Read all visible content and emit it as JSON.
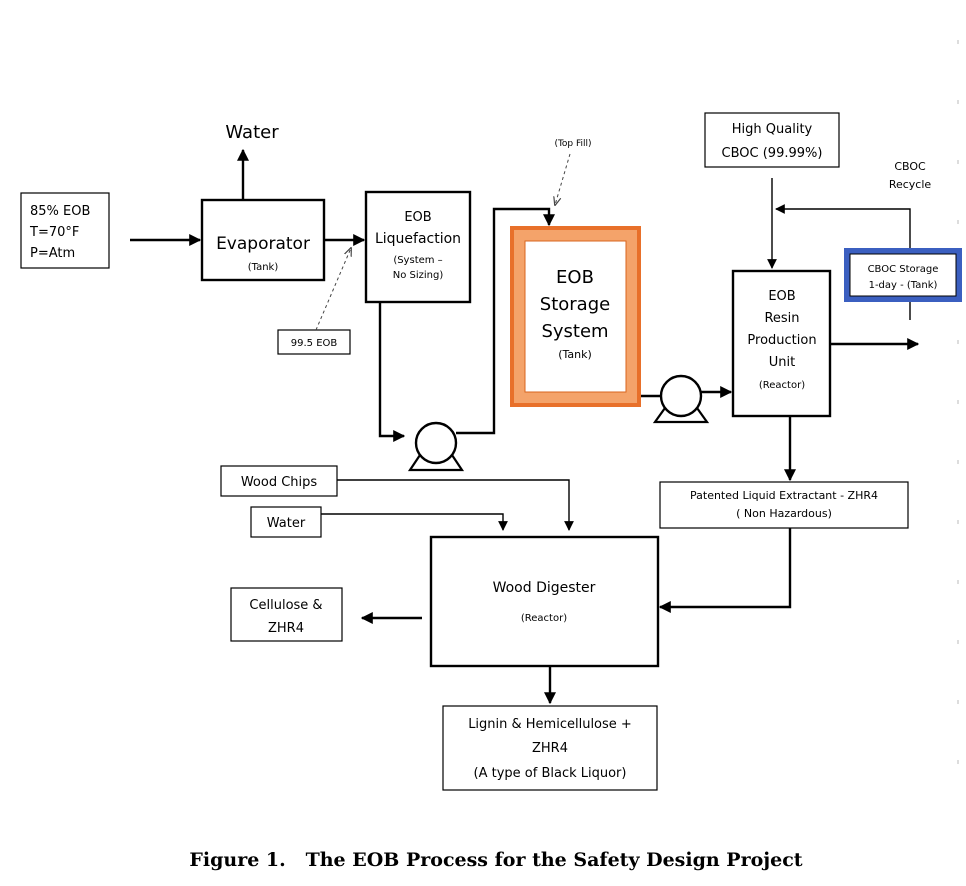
{
  "diagram": {
    "feed": {
      "line1": "85% EOB",
      "line2": "T=70°F",
      "line3": "P=Atm"
    },
    "water_out": "Water",
    "evaporator": {
      "label": "Evaporator",
      "sub": "(Tank)"
    },
    "liquefaction": {
      "line1": "EOB",
      "line2": "Liquefaction",
      "sub1": "(System –",
      "sub2": "No Sizing)"
    },
    "eob_995": "99.5 EOB",
    "top_fill": "(Top Fill)",
    "storage": {
      "line1": "EOB",
      "line2": "Storage",
      "line3": "System",
      "sub": "(Tank)",
      "border_color": "#e8702a",
      "inner_color": "#f4a36a"
    },
    "high_quality": {
      "line1": "High Quality",
      "line2": "CBOC (99.99%)"
    },
    "cboc_recycle": {
      "line1": "CBOC",
      "line2": "Recycle"
    },
    "cboc_storage": {
      "line1": "CBOC Storage",
      "line2": "1-day - (Tank)",
      "border_color": "#3b5fc0"
    },
    "resin_unit": {
      "line1": "EOB",
      "line2": "Resin",
      "line3": "Production",
      "line4": "Unit",
      "sub": "(Reactor)"
    },
    "extractant": {
      "line1": "Patented Liquid Extractant  - ZHR4",
      "line2": "( Non Hazardous)"
    },
    "wood_chips": "Wood Chips",
    "water_in": "Water",
    "digester": {
      "label": "Wood Digester",
      "sub": "(Reactor)"
    },
    "cellulose": {
      "line1": "Cellulose &",
      "line2": "ZHR4"
    },
    "lignin": {
      "line1": "Lignin & Hemicellulose +",
      "line2": "ZHR4",
      "line3": "(A type of Black Liquor)"
    }
  },
  "caption": "Figure 1.   The EOB Process for the Safety Design Project"
}
